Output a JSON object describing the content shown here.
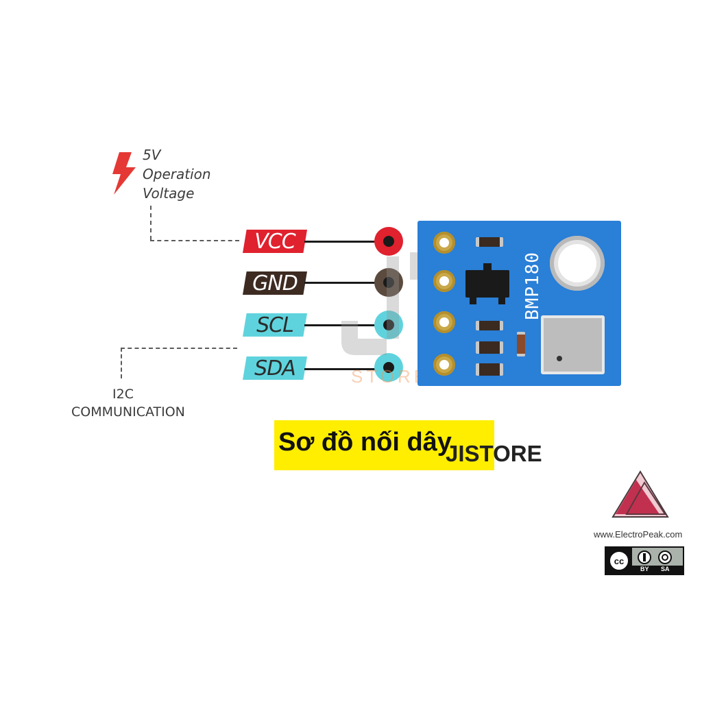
{
  "annotations": {
    "voltage_line1": "5V",
    "voltage_line2": "Operation",
    "voltage_line3": "Voltage",
    "i2c_line1": "I2C",
    "i2c_line2": "COMMUNICATION"
  },
  "pins": [
    {
      "label": "VCC",
      "tag_color": "#e0212e",
      "text_color": "#ffffff",
      "dot_color": "#e0212e"
    },
    {
      "label": "GND",
      "tag_color": "#3d2b22",
      "text_color": "#ffffff",
      "dot_color": "#5b4a3e"
    },
    {
      "label": "SCL",
      "tag_color": "#5fd3dd",
      "text_color": "#2b2b2b",
      "dot_color": "#5fd3dd"
    },
    {
      "label": "SDA",
      "tag_color": "#5fd3dd",
      "text_color": "#2b2b2b",
      "dot_color": "#5fd3dd"
    }
  ],
  "board": {
    "chip_label": "BMP180",
    "color": "#2a7fd6"
  },
  "watermark": {
    "text": "STORE"
  },
  "caption": {
    "title": "Sơ đồ nối dây",
    "brand": "JISTORE"
  },
  "credits": {
    "site": "www.ElectroPeak.com",
    "license_by": "BY",
    "license_sa": "SA",
    "license_cc": "cc"
  }
}
